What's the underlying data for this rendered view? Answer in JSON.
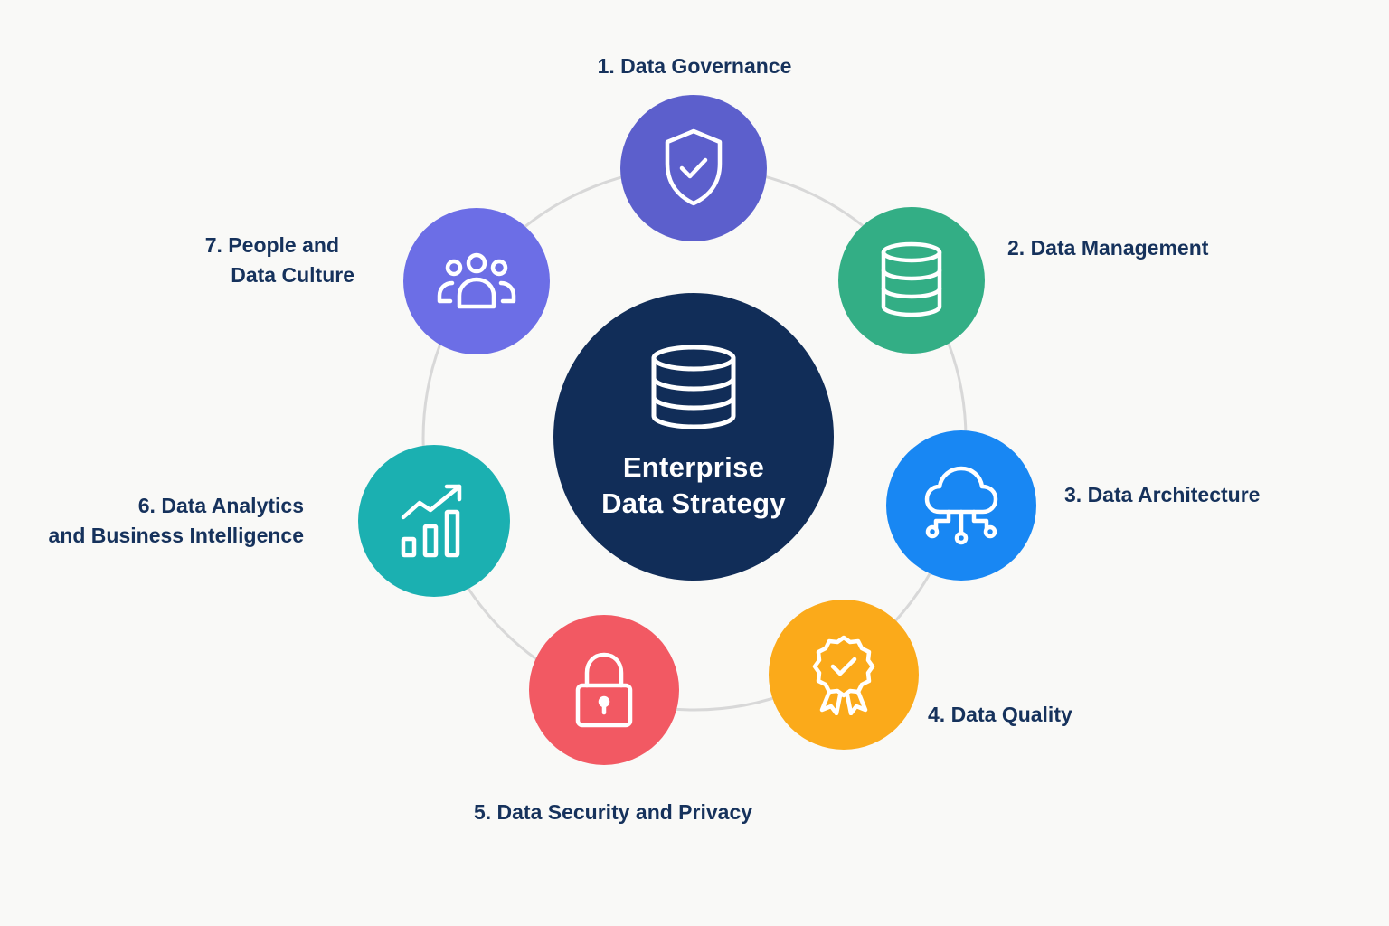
{
  "hub": {
    "title_line1": "Enterprise",
    "title_line2": "Data Strategy",
    "icon": "database-icon",
    "color": "#112d58"
  },
  "pillars": [
    {
      "id": "governance",
      "label": "1. Data Governance",
      "icon": "shield-check-icon",
      "color": "#5c5fcc"
    },
    {
      "id": "management",
      "label": "2. Data Management",
      "icon": "database-icon",
      "color": "#33ae85"
    },
    {
      "id": "architecture",
      "label": "3. Data Architecture",
      "icon": "cloud-network-icon",
      "color": "#1887f3"
    },
    {
      "id": "quality",
      "label": "4. Data Quality",
      "icon": "award-badge-icon",
      "color": "#fbaa1a"
    },
    {
      "id": "security",
      "label": "5. Data Security and Privacy",
      "icon": "lock-icon",
      "color": "#f25963"
    },
    {
      "id": "analytics",
      "label_line1": "6. Data Analytics",
      "label_line2": "and Business Intelligence",
      "icon": "growth-chart-icon",
      "color": "#1bb0b1"
    },
    {
      "id": "people",
      "label_line1": "7. People and",
      "label_line2": "Data Culture",
      "icon": "people-group-icon",
      "color": "#6c6ee6"
    }
  ],
  "colors": {
    "background": "#f9f9f7",
    "ring": "#d8d8d8",
    "label_text": "#16325c",
    "icon_stroke": "#ffffff"
  }
}
